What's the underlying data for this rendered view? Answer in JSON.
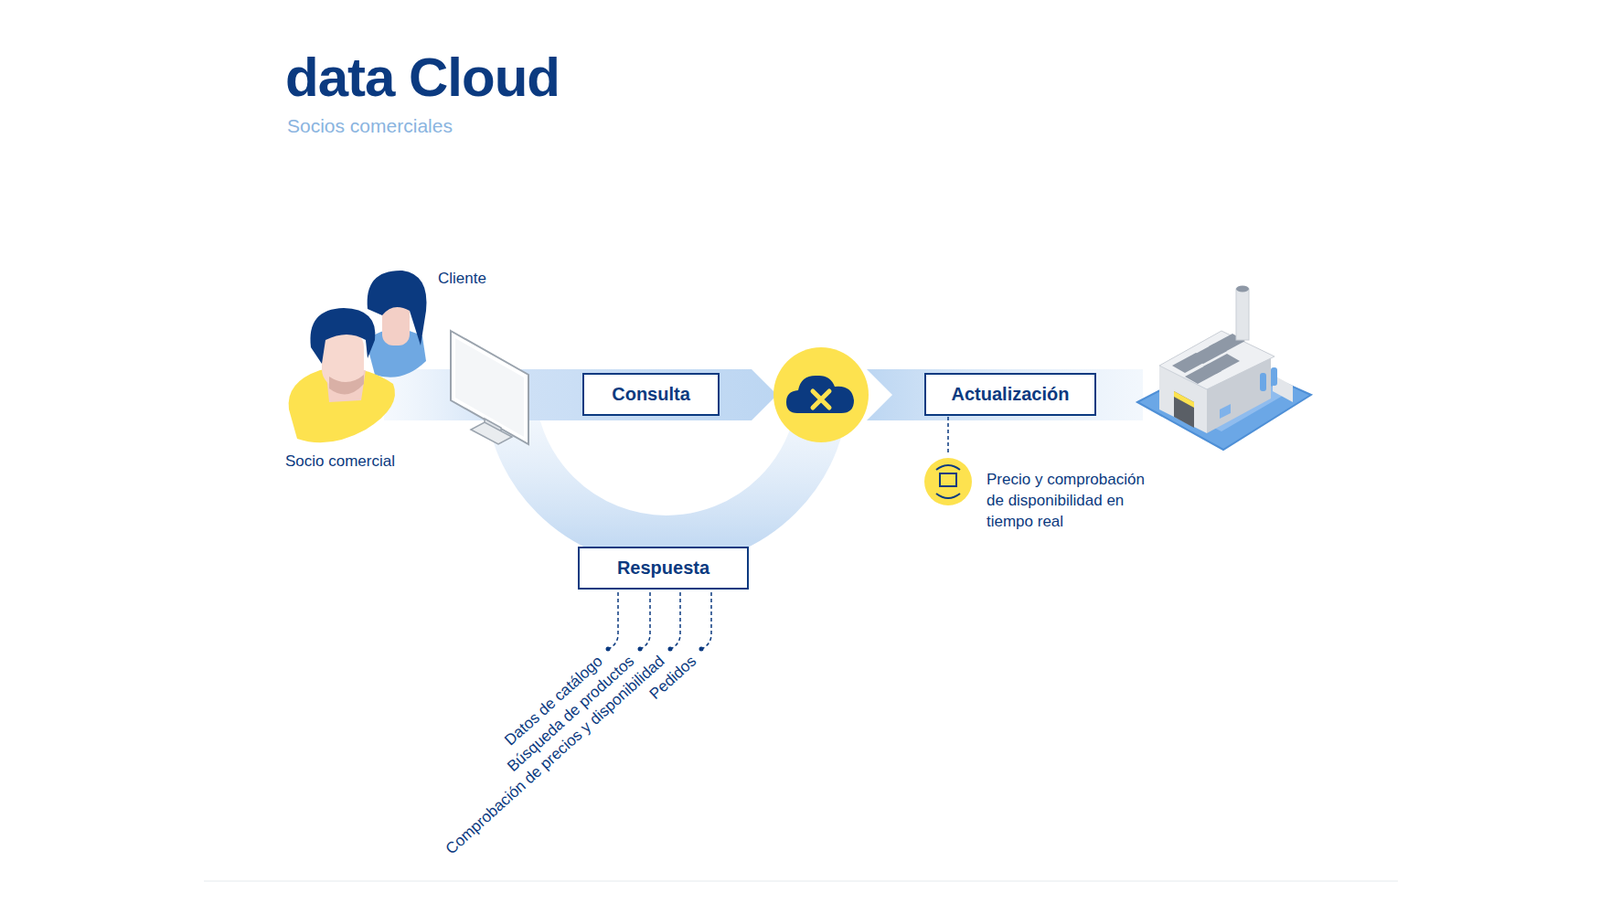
{
  "diagram": {
    "title": "data Cloud",
    "nodes": [
      {
        "text": [
          "Consulta"
        ]
      },
      {
        "text": [
          "Actualización"
        ]
      },
      {
        "text": [
          "Respuesta"
        ]
      }
    ],
    "labels": [
      "Socios comerciales",
      "Cliente",
      "Socio comercial",
      "Precio y comprobación de disponibilidad en tiempo real",
      "Datos de catálogo",
      "Búsqueda de productos",
      "Comprobación de precios y disponibilidad",
      "Pedidos"
    ]
  }
}
